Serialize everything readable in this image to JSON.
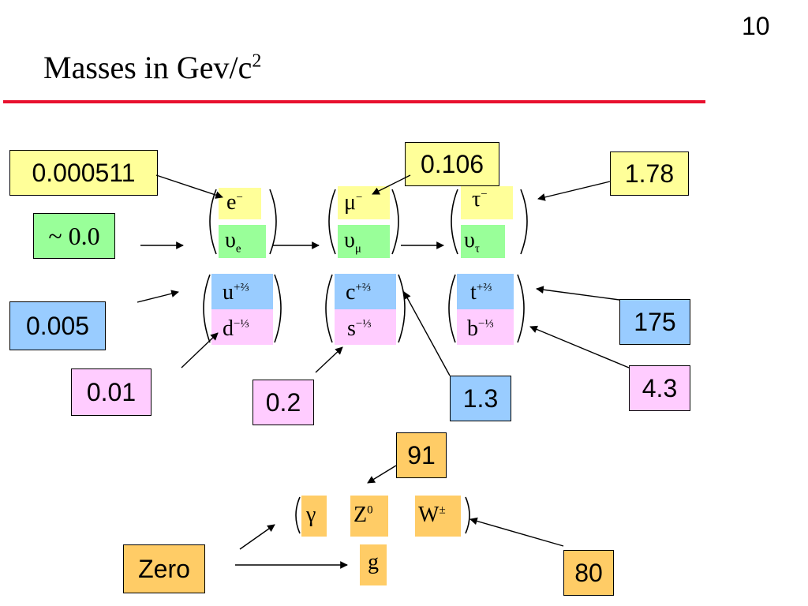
{
  "slide": {
    "title": "Masses in Gev/c",
    "title_sup": "2",
    "page_number": "10"
  },
  "labels": {
    "electron_mass": "0.000511",
    "neutrino_mass": "~ 0.0",
    "muon_mass": "0.106",
    "tau_mass": "1.78",
    "up_mass": "0.005",
    "down_mass": "0.01",
    "strange_mass": "0.2",
    "charm_mass": "1.3",
    "top_mass": "175",
    "bottom_mass": "4.3",
    "z_mass": "91",
    "w_mass": "80",
    "photon_gluon_mass": "Zero"
  },
  "particles": {
    "electron": {
      "base": "e",
      "sup": "−"
    },
    "nu_e": {
      "base": "υ",
      "sub": "e"
    },
    "muon": {
      "base": "μ",
      "sup": "−"
    },
    "nu_mu": {
      "base": "υ",
      "sub": "μ"
    },
    "tau": {
      "base": "τ",
      "sup": "−"
    },
    "nu_tau": {
      "base": "υ",
      "sub": "τ"
    },
    "up": {
      "base": "u",
      "sup": "+⅔"
    },
    "down": {
      "base": "d",
      "sup": "−⅓"
    },
    "charm": {
      "base": "c",
      "sup": "+⅔"
    },
    "strange": {
      "base": "s",
      "sup": "−⅓"
    },
    "top": {
      "base": "t",
      "sup": "+⅔"
    },
    "bottom": {
      "base": "b",
      "sup": "−⅓"
    },
    "photon": {
      "base": "γ"
    },
    "z": {
      "base": "Z",
      "sup": "0"
    },
    "w": {
      "base": "W",
      "sup": "±"
    },
    "gluon": {
      "base": "g"
    }
  },
  "colors": {
    "rule": "#e8102e",
    "lepton_charged": "#ffff99",
    "neutrino": "#99ff99",
    "up_type": "#99ccff",
    "down_type": "#ffccff",
    "boson": "#ffcc66"
  }
}
